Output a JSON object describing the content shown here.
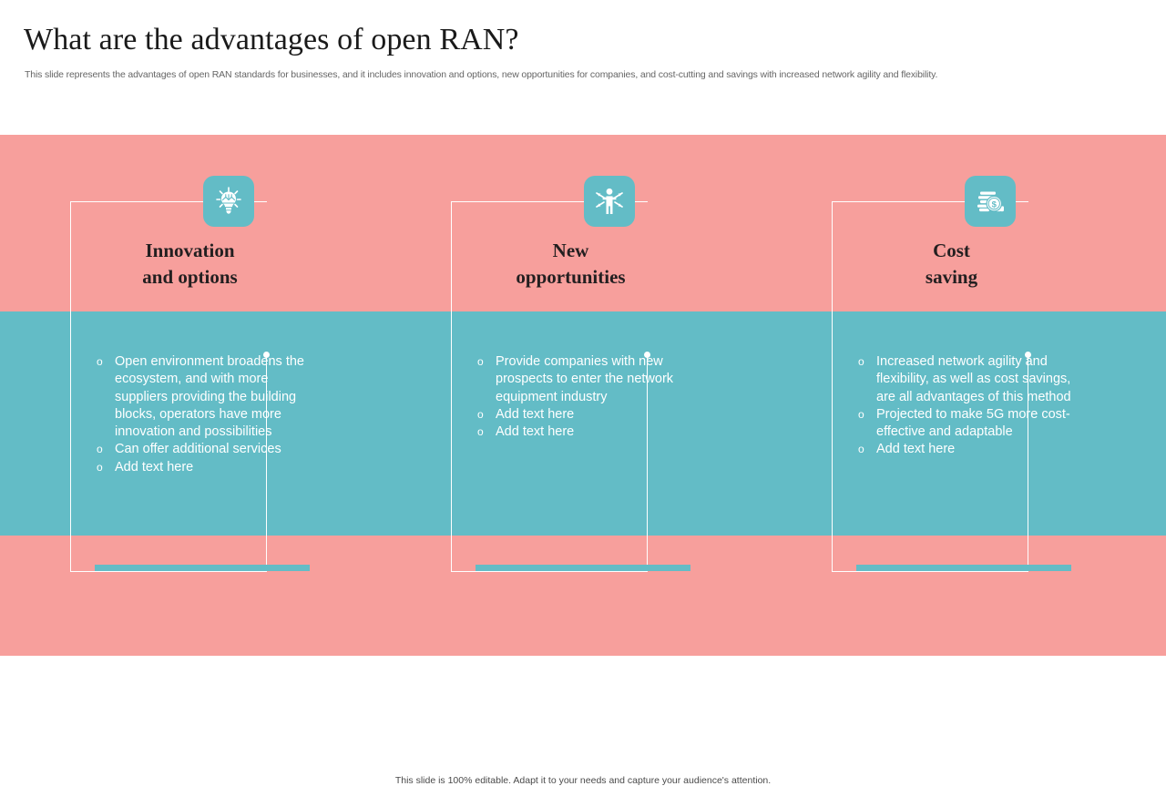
{
  "header": {
    "title": "What are the advantages of open RAN?",
    "subtitle": "This slide represents the advantages of open RAN standards for businesses, and it includes innovation and options, new opportunities for companies, and cost-cutting and savings with increased network agility and flexibility."
  },
  "colors": {
    "background_pink": "#f79f9c",
    "accent_teal": "#63bcc6",
    "heading_text": "#231f20",
    "body_text": "#ffffff",
    "page_background": "#ffffff"
  },
  "cards": [
    {
      "icon": "lightbulb-idea-icon",
      "heading_line1": "Innovation",
      "heading_line2": "and options",
      "bullets": [
        "Open environment  broadens the ecosystem, and with more suppliers providing the building blocks, operators have more innovation and possibilities",
        "Can offer additional services",
        "Add text here"
      ]
    },
    {
      "icon": "person-opportunities-icon",
      "heading_line1": "New",
      "heading_line2": "opportunities",
      "bullets": [
        "Provide companies with new prospects to enter the network equipment industry",
        "Add text here",
        "Add text here"
      ]
    },
    {
      "icon": "money-savings-icon",
      "heading_line1": "Cost",
      "heading_line2": "saving",
      "bullets": [
        "Increased network agility and flexibility, as well as cost savings, are all advantages of this method",
        "Projected to make 5G more cost-effective and adaptable",
        "Add text here"
      ]
    }
  ],
  "footer": {
    "note": "This slide is 100% editable. Adapt it to your needs and capture your audience's attention."
  }
}
